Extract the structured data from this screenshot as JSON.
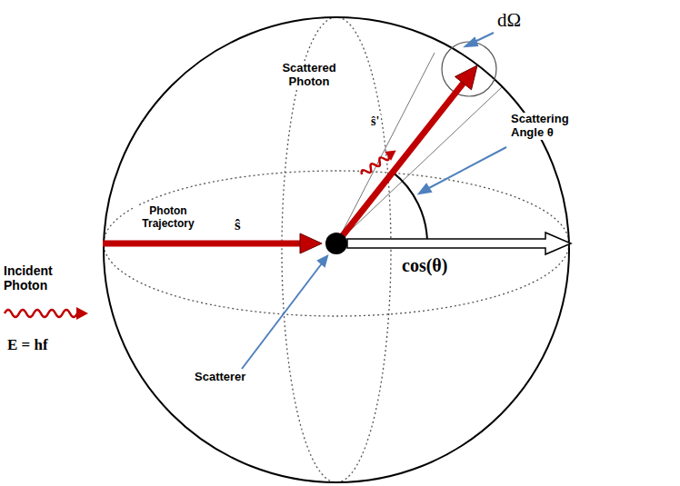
{
  "diagram": {
    "labels": [
      "dΩ",
      "Scattered Photon",
      "Scattering Angle θ",
      "Incident Photon",
      "Photon Trajectory",
      "ŝ",
      "E = hf",
      "Scatterer",
      "cos(θ)",
      "ŝ'"
    ]
  }
}
